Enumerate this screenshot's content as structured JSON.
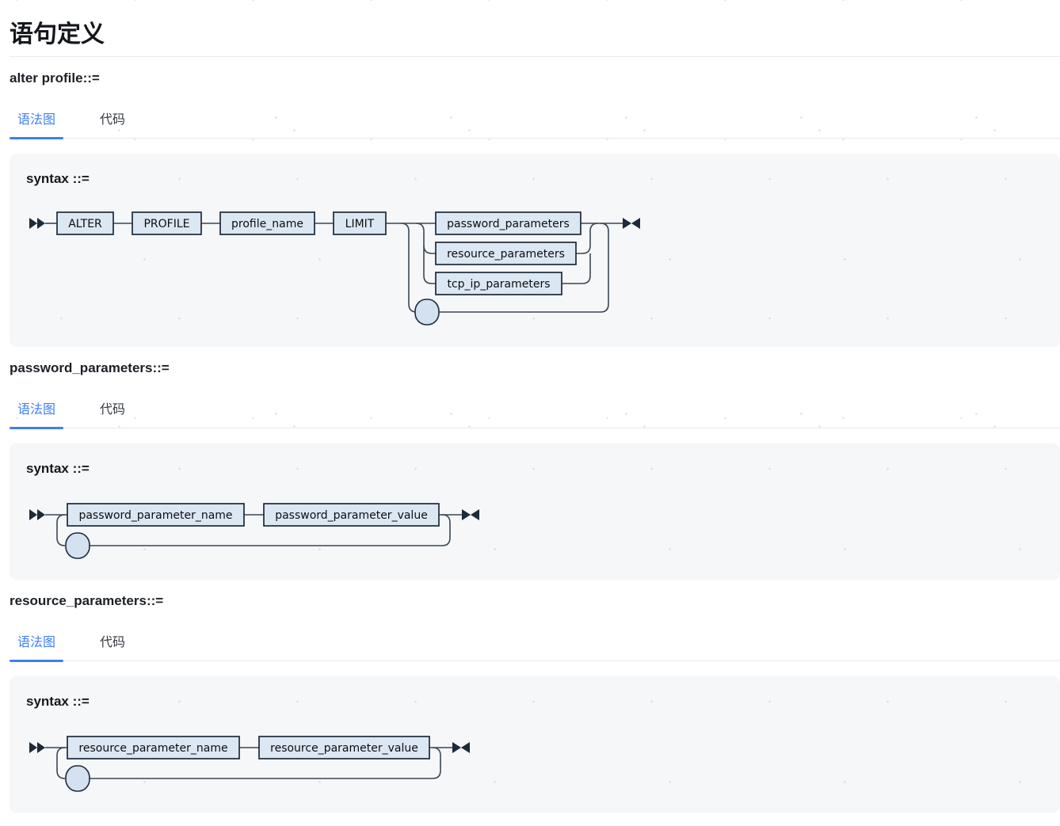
{
  "page": {
    "title": "语句定义"
  },
  "tabs": {
    "diagram_label": "语法图",
    "code_label": "代码"
  },
  "sections": [
    {
      "heading": "alter profile::=",
      "syntax_label": "syntax ::=",
      "diagram": {
        "type": "sequence-choice-loop",
        "sequence": [
          "ALTER",
          "PROFILE",
          "profile_name",
          "LIMIT"
        ],
        "choices": [
          "password_parameters",
          "resource_parameters",
          "tcp_ip_parameters"
        ],
        "loop": true
      }
    },
    {
      "heading": "password_parameters::=",
      "syntax_label": "syntax ::=",
      "diagram": {
        "type": "pair-loop",
        "sequence": [
          "password_parameter_name",
          "password_parameter_value"
        ],
        "loop": true
      }
    },
    {
      "heading": "resource_parameters::=",
      "syntax_label": "syntax ::=",
      "diagram": {
        "type": "pair-loop",
        "sequence": [
          "resource_parameter_name",
          "resource_parameter_value"
        ],
        "loop": true
      }
    }
  ],
  "colors": {
    "accent": "#3d7ff2",
    "line": "#3b4754",
    "box_border": "#1d2a38",
    "box_fill": "#dce7f4",
    "circle_fill": "#d4e1f0",
    "panel_bg": "#f5f7f9"
  }
}
